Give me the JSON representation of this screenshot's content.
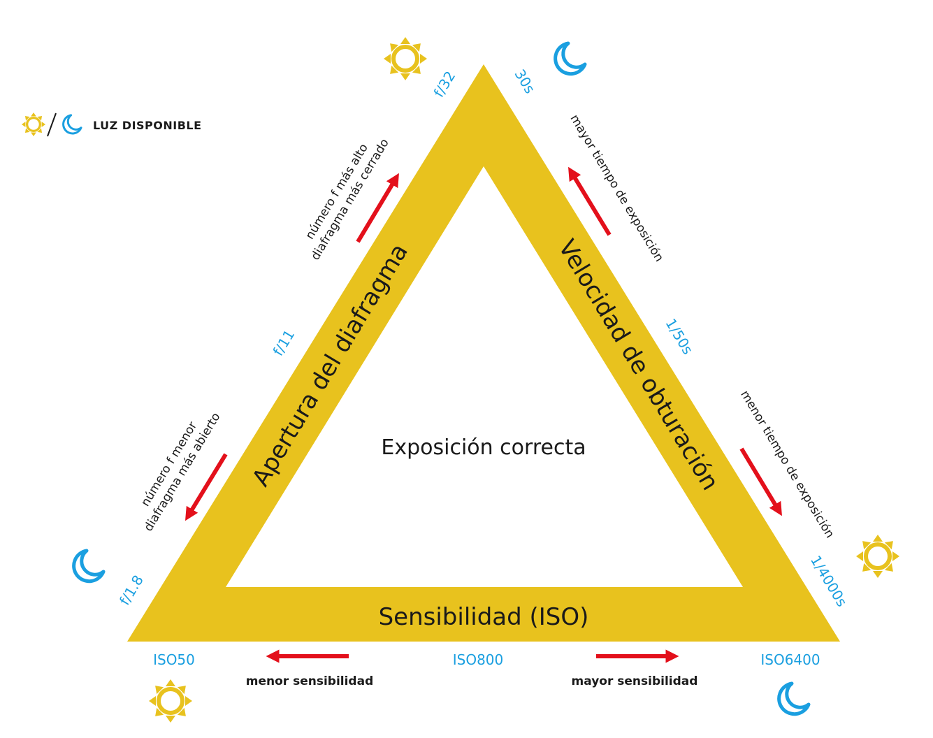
{
  "legend": {
    "label": "LUZ DISPONIBLE",
    "sun_icon": "sun-icon",
    "moon_icon": "moon-icon"
  },
  "triangle": {
    "center_label": "Exposición correcta",
    "left_side_label": "Apertura del diafragma",
    "right_side_label": "Velocidad de obturación",
    "bottom_side_label": "Sensibilidad (ISO)"
  },
  "aperture": {
    "top_value": "f/32",
    "middle_value": "f/11",
    "bottom_value": "f/1.8",
    "up_note_line1": "número f más alto",
    "up_note_line2": "diafragma más cerrado",
    "down_note_line1": "número f menor",
    "down_note_line2": "diafragma más abierto"
  },
  "shutter": {
    "top_value": "30s",
    "middle_value": "1/50s",
    "bottom_value": "1/4000s",
    "up_note": "mayor tiempo de exposición",
    "down_note": "menor tiempo de exposición"
  },
  "iso": {
    "left_value": "ISO50",
    "middle_value": "ISO800",
    "right_value": "ISO6400",
    "left_note": "menor sensibilidad",
    "right_note": "mayor sensibilidad"
  },
  "colors": {
    "triangle": "#e8c21e",
    "arrow": "#e3101b",
    "value_text": "#1a9fe0",
    "sun": "#e8c21e",
    "moon": "#1a9fe0"
  }
}
